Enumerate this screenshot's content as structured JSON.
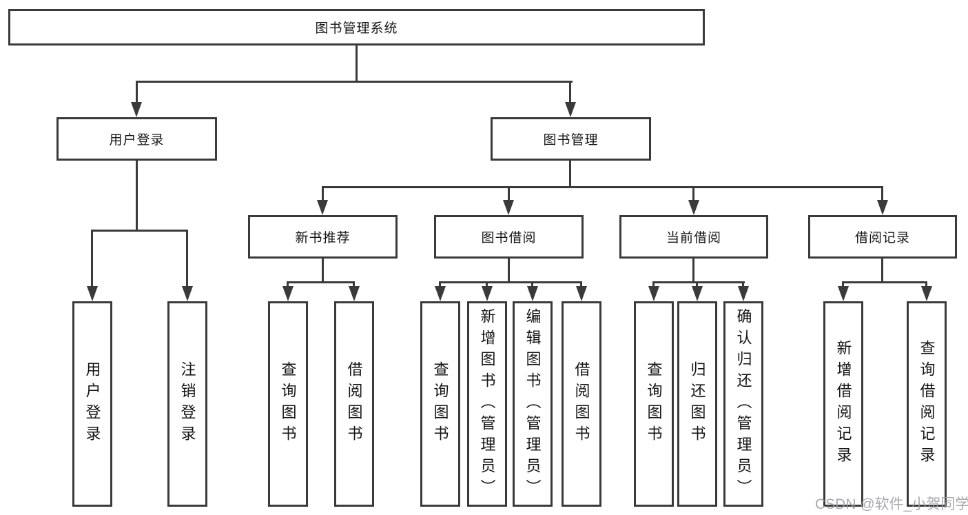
{
  "diagram": {
    "type": "tree",
    "line_color": "#3a3a3a",
    "root": {
      "label": "图书管理系统"
    },
    "level2": {
      "user_login": {
        "label": "用户登录"
      },
      "book_mgmt": {
        "label": "图书管理"
      }
    },
    "level3": {
      "new_book_rec": {
        "label": "新书推荐"
      },
      "book_borrow": {
        "label": "图书借阅"
      },
      "current_borrow": {
        "label": "当前借阅"
      },
      "borrow_records": {
        "label": "借阅记录"
      }
    },
    "leaves": {
      "login_leaf": {
        "label": "用户登录"
      },
      "logout_leaf": {
        "label": "注销登录"
      },
      "rec_query_book": {
        "label": "查询图书"
      },
      "rec_borrow_book": {
        "label": "借阅图书"
      },
      "bor_query_book": {
        "label": "查询图书"
      },
      "bor_add_book": {
        "label": "新增图书（管理员）"
      },
      "bor_edit_book": {
        "label": "编辑图书（管理员）"
      },
      "bor_borrow_book": {
        "label": "借阅图书"
      },
      "cur_query_book": {
        "label": "查询图书"
      },
      "cur_return_book": {
        "label": "归还图书"
      },
      "cur_confirm_return": {
        "label": "确认归还（管理员）"
      },
      "hist_add_record": {
        "label": "新增借阅记录"
      },
      "hist_query_record": {
        "label": "查询借阅记录"
      }
    },
    "edges": [
      [
        "图书管理系统",
        "用户登录"
      ],
      [
        "图书管理系统",
        "图书管理"
      ],
      [
        "用户登录",
        "用户登录"
      ],
      [
        "用户登录",
        "注销登录"
      ],
      [
        "图书管理",
        "新书推荐"
      ],
      [
        "图书管理",
        "图书借阅"
      ],
      [
        "图书管理",
        "当前借阅"
      ],
      [
        "图书管理",
        "借阅记录"
      ],
      [
        "新书推荐",
        "查询图书"
      ],
      [
        "新书推荐",
        "借阅图书"
      ],
      [
        "图书借阅",
        "查询图书"
      ],
      [
        "图书借阅",
        "新增图书（管理员）"
      ],
      [
        "图书借阅",
        "编辑图书（管理员）"
      ],
      [
        "图书借阅",
        "借阅图书"
      ],
      [
        "当前借阅",
        "查询图书"
      ],
      [
        "当前借阅",
        "归还图书"
      ],
      [
        "当前借阅",
        "确认归还（管理员）"
      ],
      [
        "借阅记录",
        "新增借阅记录"
      ],
      [
        "借阅记录",
        "查询借阅记录"
      ]
    ]
  },
  "watermark": {
    "text": "CSDN @软件_小贺同学",
    "color": "#9e9ea3"
  }
}
